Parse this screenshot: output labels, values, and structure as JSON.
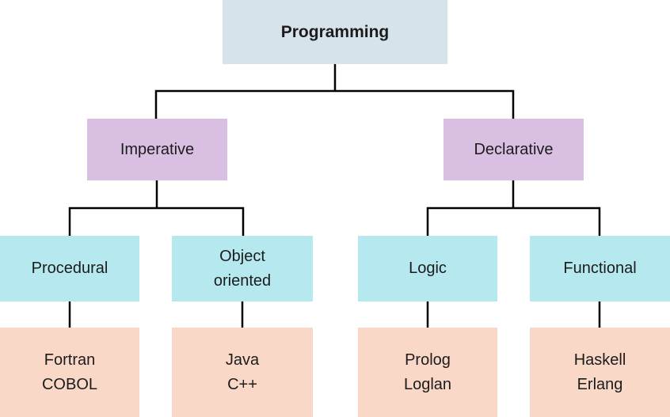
{
  "diagram": {
    "type": "tree",
    "title": "Programming paradigms tree"
  },
  "nodes": {
    "programming": {
      "label": "Programming"
    },
    "imperative": {
      "label": "Imperative"
    },
    "declarative": {
      "label": "Declarative"
    },
    "procedural": {
      "label": "Procedural"
    },
    "object_oriented": {
      "line1": "Object",
      "line2": "oriented"
    },
    "logic": {
      "label": "Logic"
    },
    "functional": {
      "label": "Functional"
    },
    "fortran_cobol": {
      "line1": "Fortran",
      "line2": "COBOL"
    },
    "java_cpp": {
      "line1": "Java",
      "line2": "C++"
    },
    "prolog_loglan": {
      "line1": "Prolog",
      "line2": "Loglan"
    },
    "haskell_erlang": {
      "line1": "Haskell",
      "line2": "Erlang"
    }
  },
  "edges": [
    [
      "Programming",
      "Imperative"
    ],
    [
      "Programming",
      "Declarative"
    ],
    [
      "Imperative",
      "Procedural"
    ],
    [
      "Imperative",
      "Object oriented"
    ],
    [
      "Declarative",
      "Logic"
    ],
    [
      "Declarative",
      "Functional"
    ],
    [
      "Procedural",
      "Fortran COBOL"
    ],
    [
      "Object oriented",
      "Java C++"
    ],
    [
      "Logic",
      "Prolog Loglan"
    ],
    [
      "Functional",
      "Haskell Erlang"
    ]
  ],
  "colors": {
    "background": "#ffffff",
    "root_box": "#d6e3ea",
    "branch_box": "#d9c0e3",
    "paradigm_box": "#b5e9ef",
    "language_box": "#f9d8c7",
    "connector": "#000000",
    "text": "#1c1c1c"
  }
}
